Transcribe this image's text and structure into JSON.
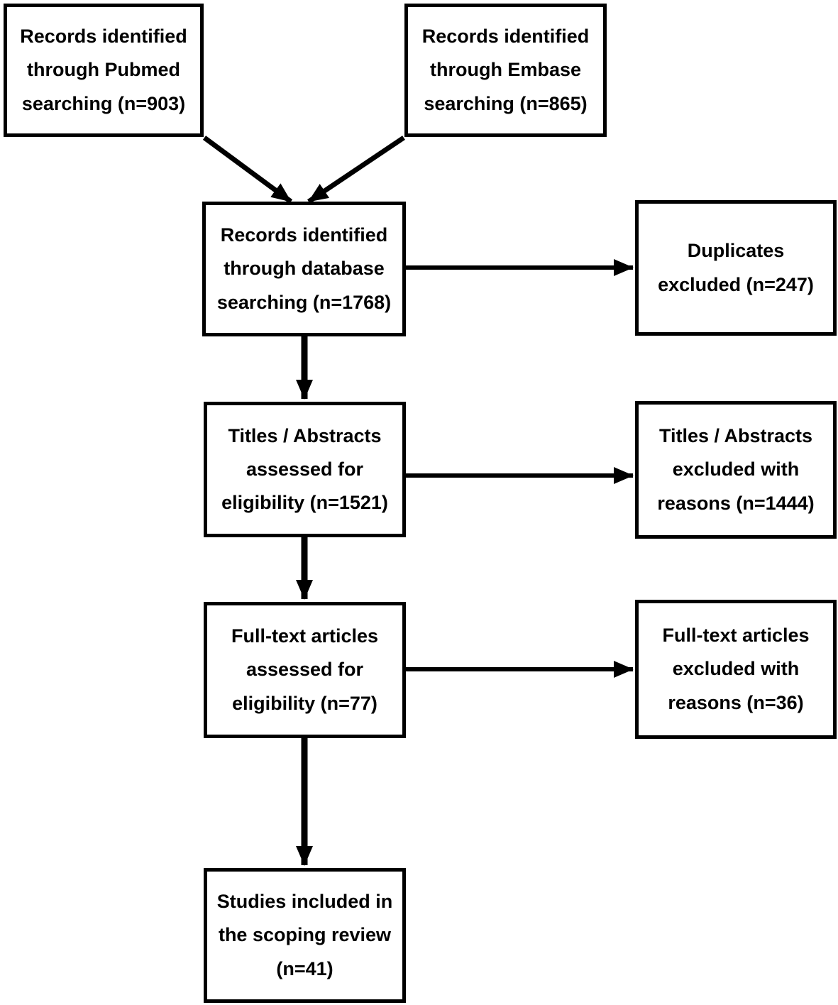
{
  "diagram": {
    "type": "flowchart",
    "background_color": "#ffffff",
    "line_color": "#000000",
    "text_color": "#000000",
    "boxes": [
      {
        "id": "pubmed-records",
        "label": "Records identified\nthrough Pubmed\nsearching (n=903)",
        "n": 903
      },
      {
        "id": "embase-records",
        "label": "Records identified\nthrough Embase\nsearching (n=865)",
        "n": 865
      },
      {
        "id": "database-records",
        "label": "Records identified\nthrough database\nsearching (n=1768)",
        "n": 1768
      },
      {
        "id": "duplicates-excluded",
        "label": "Duplicates\nexcluded (n=247)",
        "n": 247
      },
      {
        "id": "titles-abstracts-assessed",
        "label": "Titles / Abstracts\nassessed for\neligibility (n=1521)",
        "n": 1521
      },
      {
        "id": "titles-abstracts-excluded",
        "label": "Titles / Abstracts\nexcluded with\nreasons (n=1444)",
        "n": 1444
      },
      {
        "id": "fulltext-assessed",
        "label": "Full-text articles\nassessed for\neligibility (n=77)",
        "n": 77
      },
      {
        "id": "fulltext-excluded",
        "label": "Full-text articles\nexcluded with\nreasons (n=36)",
        "n": 36
      },
      {
        "id": "studies-included",
        "label": "Studies included in\nthe scoping review\n(n=41)",
        "n": 41
      }
    ],
    "arrows": [
      {
        "from": "pubmed-records",
        "to": "database-records"
      },
      {
        "from": "embase-records",
        "to": "database-records"
      },
      {
        "from": "database-records",
        "to": "duplicates-excluded"
      },
      {
        "from": "database-records",
        "to": "titles-abstracts-assessed"
      },
      {
        "from": "titles-abstracts-assessed",
        "to": "titles-abstracts-excluded"
      },
      {
        "from": "titles-abstracts-assessed",
        "to": "fulltext-assessed"
      },
      {
        "from": "fulltext-assessed",
        "to": "fulltext-excluded"
      },
      {
        "from": "fulltext-assessed",
        "to": "studies-included"
      }
    ]
  }
}
